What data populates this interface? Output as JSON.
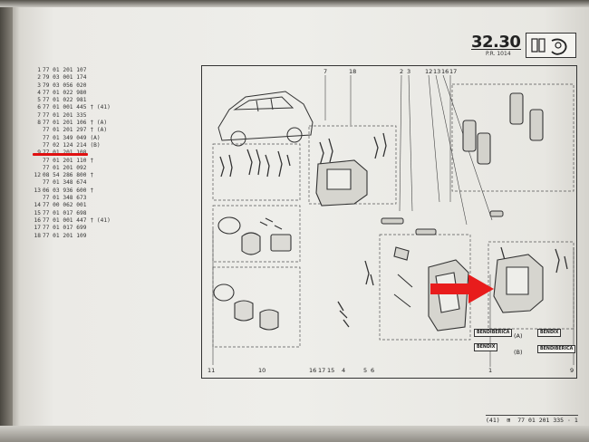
{
  "header": {
    "section_number": "32.30",
    "section_sub": "P.R. 1014"
  },
  "references": [
    {
      "n": "1",
      "code": "77 01 201 107",
      "note": ""
    },
    {
      "n": "2",
      "code": "79 03 001 174",
      "note": ""
    },
    {
      "n": "3",
      "code": "79 03 056 020",
      "note": ""
    },
    {
      "n": "4",
      "code": "77 01 022 980",
      "note": ""
    },
    {
      "n": "5",
      "code": "77 01 022 981",
      "note": ""
    },
    {
      "n": "6",
      "code": "77 01 001 445",
      "note": "† (41)"
    },
    {
      "n": "7",
      "code": "77 01 201 335",
      "note": ""
    },
    {
      "n": "8",
      "code": "77 01 201 106",
      "note": "† (A)"
    },
    {
      "n": "",
      "code": "77 01 201 297",
      "note": "† (A)"
    },
    {
      "n": "",
      "code": "77 01 349 049",
      "note": "(A)"
    },
    {
      "n": "",
      "code": "77 02 124 214",
      "note": "(B)"
    },
    {
      "n": "9",
      "code": "77 01 201 108",
      "note": ""
    },
    {
      "n": "",
      "code": "77 01 201 110",
      "note": "†"
    },
    {
      "n": "",
      "code": "77 01 201 092",
      "note": ""
    },
    {
      "n": "12",
      "code": "08 54 286 800",
      "note": "†"
    },
    {
      "n": "",
      "code": "77 01 348 674",
      "note": ""
    },
    {
      "n": "13",
      "code": "06 03 936 600",
      "note": "†"
    },
    {
      "n": "",
      "code": "77 01 348 673",
      "note": ""
    },
    {
      "n": "14",
      "code": "77 00 062 001",
      "note": ""
    },
    {
      "n": "15",
      "code": "77 01 017 698",
      "note": ""
    },
    {
      "n": "16",
      "code": "77 01 001 447",
      "note": "† (41)"
    },
    {
      "n": "17",
      "code": "77 01 017 699",
      "note": ""
    },
    {
      "n": "18",
      "code": "77 01 201 109",
      "note": ""
    }
  ],
  "diagram": {
    "top_labels": [
      "7",
      "18",
      "2",
      "3",
      "12",
      "13",
      "16",
      "17"
    ],
    "bottom_labels": [
      "11",
      "10",
      "16",
      "17",
      "15",
      "4",
      "5",
      "6",
      "1",
      "9"
    ],
    "tags": {
      "bendiberica_1": "BENDIBERICA",
      "bendix_1": "BENDIX",
      "bendix_a": "BENDIX",
      "bendiberica_b": "BENDIBERICA",
      "variant_a": "(A)",
      "variant_b": "(B)"
    },
    "arrow_color": "#e81c1c"
  },
  "footer": {
    "text": "(41)  ⊞  77 01 201 335 · 1"
  },
  "colors": {
    "paper": "#eeeeea",
    "ink": "#222222",
    "highlight_red": "#e01010"
  }
}
